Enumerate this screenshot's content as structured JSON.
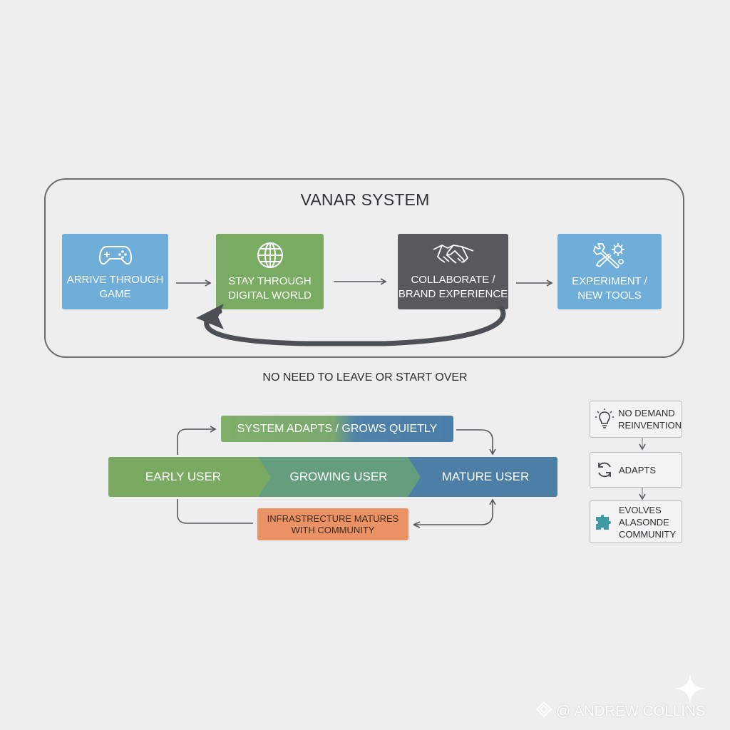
{
  "system": {
    "title": "VANAR SYSTEM",
    "stages": [
      {
        "label": "ARRIVE THROUGH\nGAME",
        "icon": "gamepad-icon",
        "color": "#6eaed8"
      },
      {
        "label": "STAY THROUGH\nDIGITAL WORLD",
        "icon": "globe-icon",
        "color": "#7aab62"
      },
      {
        "label": "COLLABORATE /\nBRAND EXPERIENCE",
        "icon": "handshake-icon",
        "color": "#58595c"
      },
      {
        "label": "EXPERIMENT /\nNEW TOOLS",
        "icon": "tools-gear-icon",
        "color": "#6eaed8"
      }
    ],
    "loop_caption": "NO NEED TO LEAVE OR START OVER"
  },
  "maturity": {
    "adapts_label": "SYSTEM ADAPTS / GROWS QUIETLY",
    "stages": [
      "EARLY USER",
      "GROWING USER",
      "MATURE USER"
    ],
    "infra_label": "INFRASTRECTURE MATURES\nWITH COMMUNITY",
    "colors": {
      "green": "#7aaa62",
      "teal": "#5f9a84",
      "blue": "#4d7fa6",
      "orange": "#eb9264"
    }
  },
  "side": [
    {
      "label": "NO DEMAND\nREINVENTION",
      "icon": "lightbulb-icon"
    },
    {
      "label": "ADAPTS",
      "icon": "refresh-icon"
    },
    {
      "label": "EVOLVES\nALASONDE\nCOMMUNITY",
      "icon": "puzzle-icon"
    }
  ],
  "watermark": "@ ANDREW COLLINS"
}
